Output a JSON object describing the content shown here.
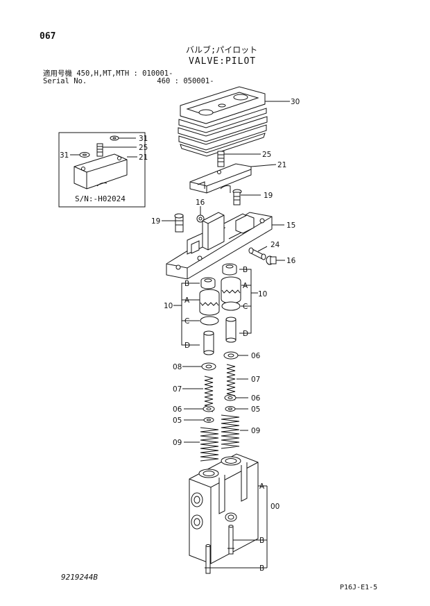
{
  "page_number": "067",
  "title_jp": "バルブ;パイロット",
  "title_en": "VALVE:PILOT",
  "applicability": [
    {
      "label": "適用号機",
      "model": "450,H,MT,MTH",
      "serial": ": 010001-"
    },
    {
      "label": "Serial No.",
      "model": "460",
      "serial": ": 050001-"
    }
  ],
  "inset": {
    "serial_note": "S/N:-H02024",
    "callouts": [
      "31",
      "25",
      "31",
      "21"
    ]
  },
  "callouts": {
    "c30": "30",
    "c25": "25",
    "c21": "21",
    "c19a": "19",
    "c16a": "16",
    "c19b": "19",
    "c15": "15",
    "c24": "24",
    "c16b": "16",
    "c10L": "10",
    "cBL": "B",
    "cAL": "A",
    "cCL": "C",
    "cDL": "D",
    "c10R": "10",
    "cBR": "B",
    "cAR": "A",
    "cCR": "C",
    "cDR": "D",
    "c08": "08",
    "c06a": "06",
    "c07L": "07",
    "c07R": "07",
    "c06b": "06",
    "c06c": "06",
    "c05a": "05",
    "c05b": "05",
    "c09L": "09",
    "c09R": "09",
    "cA_body": "A",
    "c00": "00",
    "cB1": "B",
    "cB2": "B"
  },
  "drawing_number": "9219244B",
  "sheet_ref": "P16J-E1-5"
}
